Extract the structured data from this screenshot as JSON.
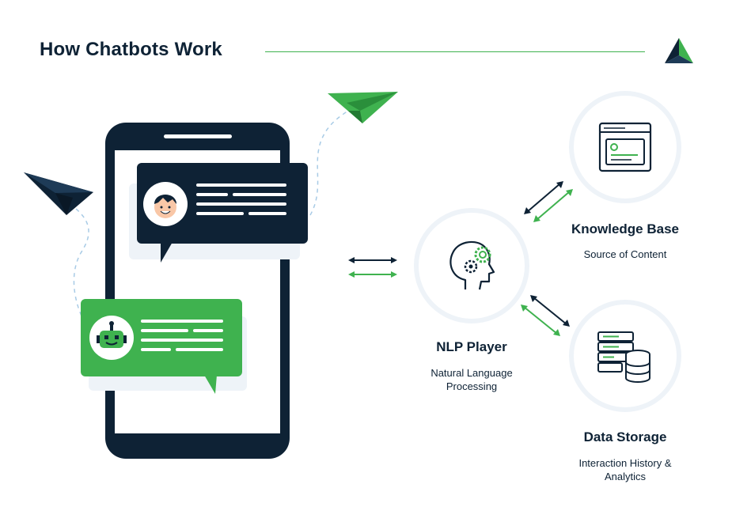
{
  "header": {
    "title": "How Chatbots Work"
  },
  "nodes": {
    "nlp": {
      "label": "NLP Player",
      "sub": "Natural Language\nProcessing"
    },
    "knowledge": {
      "label": "Knowledge Base",
      "sub": "Source of Content"
    },
    "storage": {
      "label": "Data Storage",
      "sub": "Interaction History &\nAnalytics"
    }
  },
  "colors": {
    "navy": "#0e2235",
    "green": "#3fb24f",
    "light_shadow": "#eef3f8",
    "dash_blue": "#a8cbe6"
  },
  "icons": [
    "logo-icon",
    "paper-plane-icon",
    "user-avatar-icon",
    "robot-icon",
    "head-gear-icon",
    "browser-window-icon",
    "database-server-icon"
  ]
}
